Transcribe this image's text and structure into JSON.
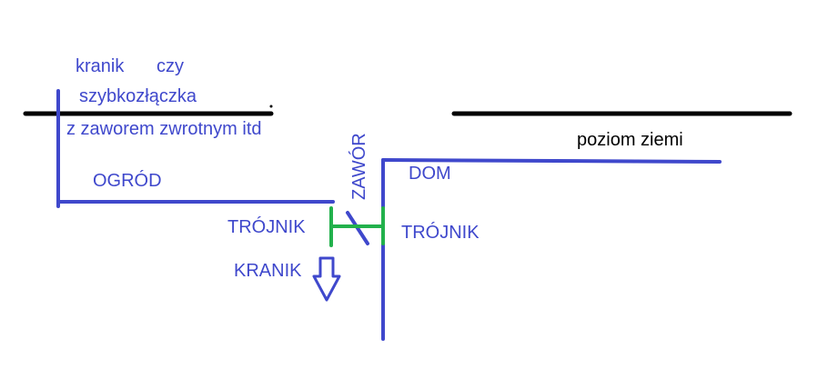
{
  "labels": {
    "kranik": "kranik",
    "czy": "czy",
    "szybkozlaczka": "szybkozłączka",
    "z_zaworem": "z zaworem zwrotnym itd",
    "ogrod": "OGRÓD",
    "zawor": "ZAWÓR",
    "dom": "DOM",
    "poziom_ziemi": "poziom ziemi",
    "trojnik_left": "TRÓJNIK",
    "trojnik_right": "TRÓJNIK",
    "kranik_caps": "KRANIK"
  },
  "colors": {
    "pipe": "#3f48cc",
    "ground": "#000000",
    "fitting": "#22b14c",
    "label": "#3f48cc",
    "ground_label": "#000000",
    "background": "#ffffff"
  }
}
